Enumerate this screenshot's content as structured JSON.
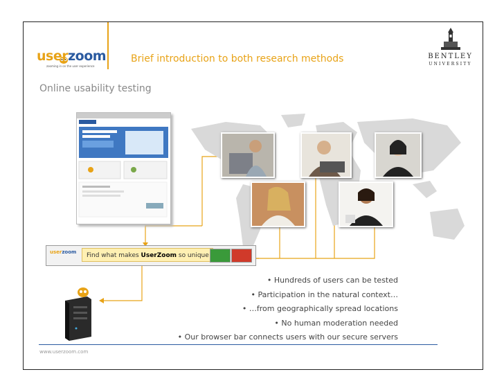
{
  "header": {
    "logo_prefix": "user",
    "logo_suffix": "zoom",
    "logo_tagline": "zooming in on the user experience",
    "title": "Brief introduction to both research methods",
    "partner_name": "BENTLEY",
    "partner_sub": "UNIVERSITY"
  },
  "subtitle": "Online usability testing",
  "browser_bar": {
    "logo_prefix": "user",
    "logo_suffix": "zoom",
    "message_before": "Find what makes ",
    "message_brand": "UserZoom",
    "message_after": " so unique"
  },
  "bullets": [
    "• Hundreds of users can be tested",
    "• Participation in the natural context…",
    "• …from geographically spread locations",
    "• No human moderation needed",
    "• Our browser bar connects users with our secure servers"
  ],
  "footer": "www.userzoom.com",
  "colors": {
    "accent": "#e8a317",
    "brand_blue": "#2a5aa0",
    "map_gray": "#d9d9d9"
  }
}
